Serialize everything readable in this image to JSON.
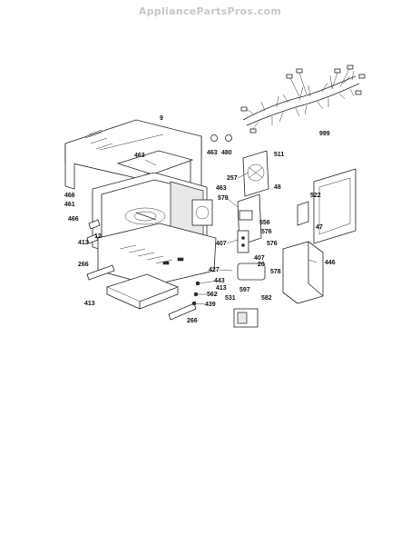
{
  "watermark": "AppliancePartsPros.com",
  "part_labels": {
    "p9": "9",
    "p999": "999",
    "p463a": "463",
    "p463b": "463",
    "p480": "480",
    "p463c": "463",
    "p511": "511",
    "p257": "257",
    "p48": "48",
    "p579": "579",
    "p522": "522",
    "p466a": "466",
    "p461": "461",
    "p466b": "466",
    "p12": "12",
    "p413a": "413",
    "p556": "556",
    "p576a": "576",
    "p47": "47",
    "p407a": "407",
    "p576b": "576",
    "p266a": "266",
    "p407b": "407",
    "p20": "20",
    "p446": "446",
    "p427": "427",
    "p578": "578",
    "p443": "443",
    "p413b": "413",
    "p597": "597",
    "p562": "562",
    "p531": "531",
    "p582": "582",
    "p413c": "413",
    "p439": "439",
    "p266b": "266"
  }
}
